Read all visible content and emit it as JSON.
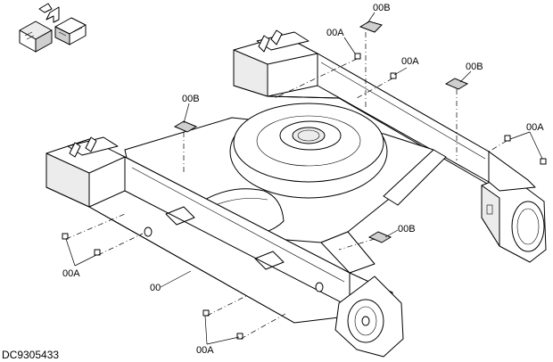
{
  "drawing_code": "DC9305433",
  "callouts": {
    "c00": "00",
    "c00A_top": "00A",
    "c00A_right_top": "00A",
    "c00A_right_mid": "00A",
    "c00A_left": "00A",
    "c00A_bottom": "00A",
    "c00B_top": "00B",
    "c00B_right": "00B",
    "c00B_left": "00B",
    "c00B_mid": "00B"
  },
  "icons": [
    "orientation-icon"
  ]
}
